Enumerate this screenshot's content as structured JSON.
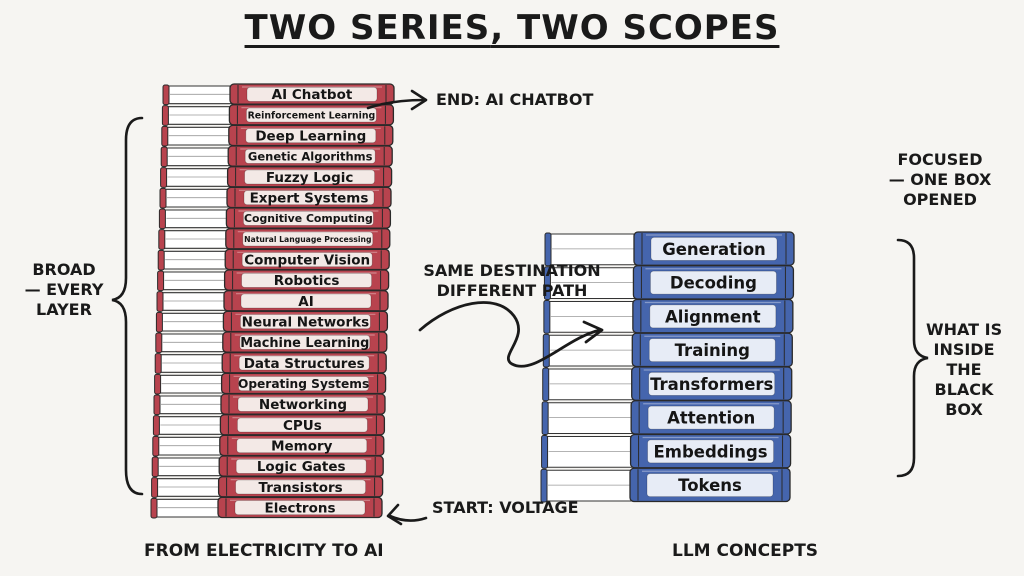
{
  "title": {
    "part1": "TWO SERIES",
    "sep": ", ",
    "part2": "TWO SCOPES"
  },
  "left_stack": {
    "caption": "FROM ELECTRICITY TO AI",
    "side_note_lines": [
      "BROAD",
      "— EVERY",
      "LAYER"
    ],
    "end_note": "END: AI CHATBOT",
    "start_note": "START: VOLTAGE",
    "book_color": "#b8434e",
    "books": [
      "AI Chatbot",
      "Reinforcement Learning",
      "Deep Learning",
      "Genetic Algorithms",
      "Fuzzy Logic",
      "Expert Systems",
      "Cognitive Computing",
      "Natural Language Processing",
      "Computer Vision",
      "Robotics",
      "AI",
      "Neural Networks",
      "Machine Learning",
      "Data Structures",
      "Operating Systems",
      "Networking",
      "CPUs",
      "Memory",
      "Logic Gates",
      "Transistors",
      "Electrons"
    ]
  },
  "middle_note_lines": [
    "SAME DESTINATION",
    "DIFFERENT PATH"
  ],
  "right_stack": {
    "caption": "LLM CONCEPTS",
    "top_note_lines": [
      "FOCUSED",
      "— ONE BOX",
      "OPENED"
    ],
    "side_note_lines": [
      "WHAT IS",
      "INSIDE",
      "THE",
      "BLACK",
      "BOX"
    ],
    "book_color": "#4565ad",
    "books": [
      "Generation",
      "Decoding",
      "Alignment",
      "Training",
      "Transformers",
      "Attention",
      "Embeddings",
      "Tokens"
    ]
  }
}
